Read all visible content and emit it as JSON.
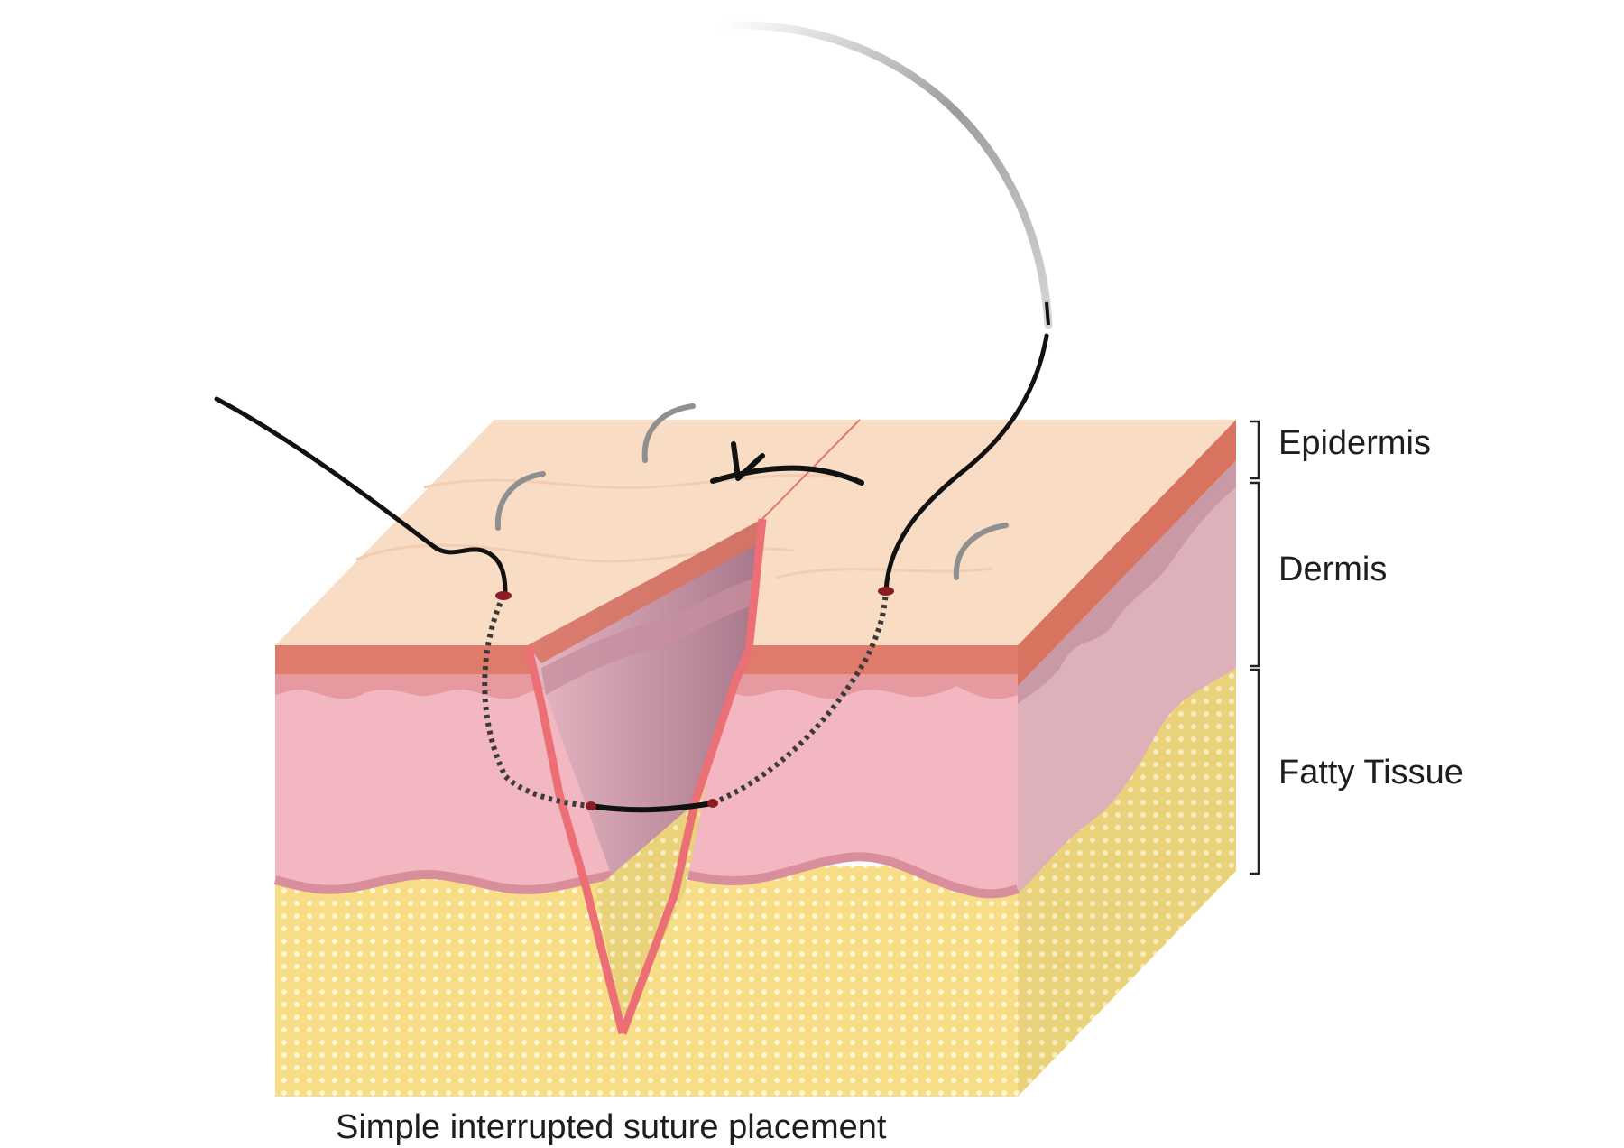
{
  "labels": {
    "epidermis": "Epidermis",
    "dermis": "Dermis",
    "fatty_tissue": "Fatty Tissue"
  },
  "caption": "Simple interrupted suture placement",
  "colors": {
    "epidermis_top": "#f9dcc4",
    "epidermis_band": "#e07a6a",
    "dermis": "#f3b7c1",
    "dermis_side": "#ddb0ba",
    "fat": "#f7dd85",
    "fat_side": "#eed37a",
    "wound_edge": "#eb6f74",
    "wound_inner": "#b98596",
    "suture": "#111111",
    "needle": "#9a9a9a"
  },
  "icons": [
    "curved-needle-icon",
    "direction-arrow-icon",
    "hair-icon"
  ]
}
